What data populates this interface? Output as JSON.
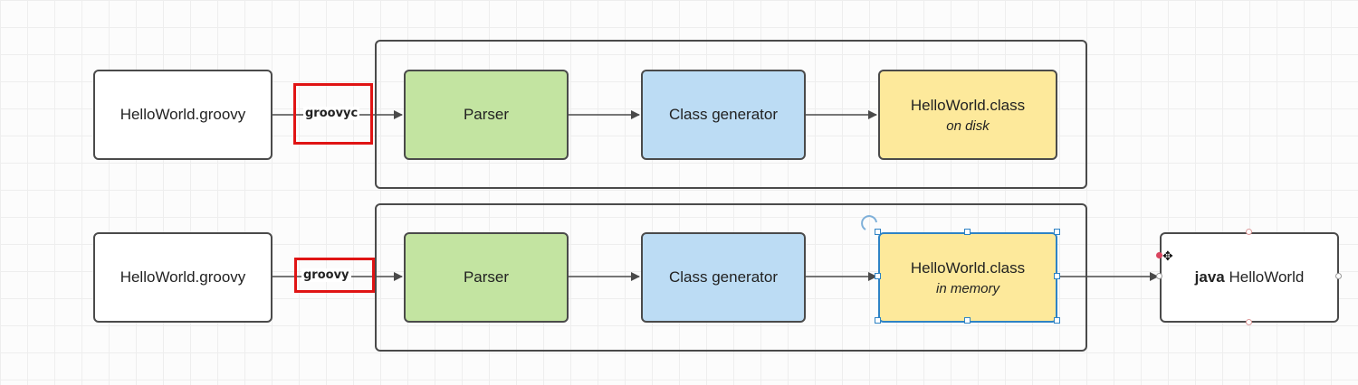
{
  "rows": [
    {
      "source": "HelloWorld.groovy",
      "command": "groovyc",
      "parser": "Parser",
      "generator": "Class generator",
      "output": {
        "title": "HelloWorld.class",
        "note": "on disk"
      }
    },
    {
      "source": "HelloWorld.groovy",
      "command": "groovy",
      "parser": "Parser",
      "generator": "Class generator",
      "output": {
        "title": "HelloWorld.class",
        "note": "in memory"
      }
    }
  ],
  "runner": {
    "keyword": "java",
    "text": " HelloWorld"
  },
  "colors": {
    "parser": "#c3e4a1",
    "generator": "#bcdcf4",
    "output": "#fde99b",
    "highlight": "#e01414",
    "selection": "#2e83c5"
  }
}
